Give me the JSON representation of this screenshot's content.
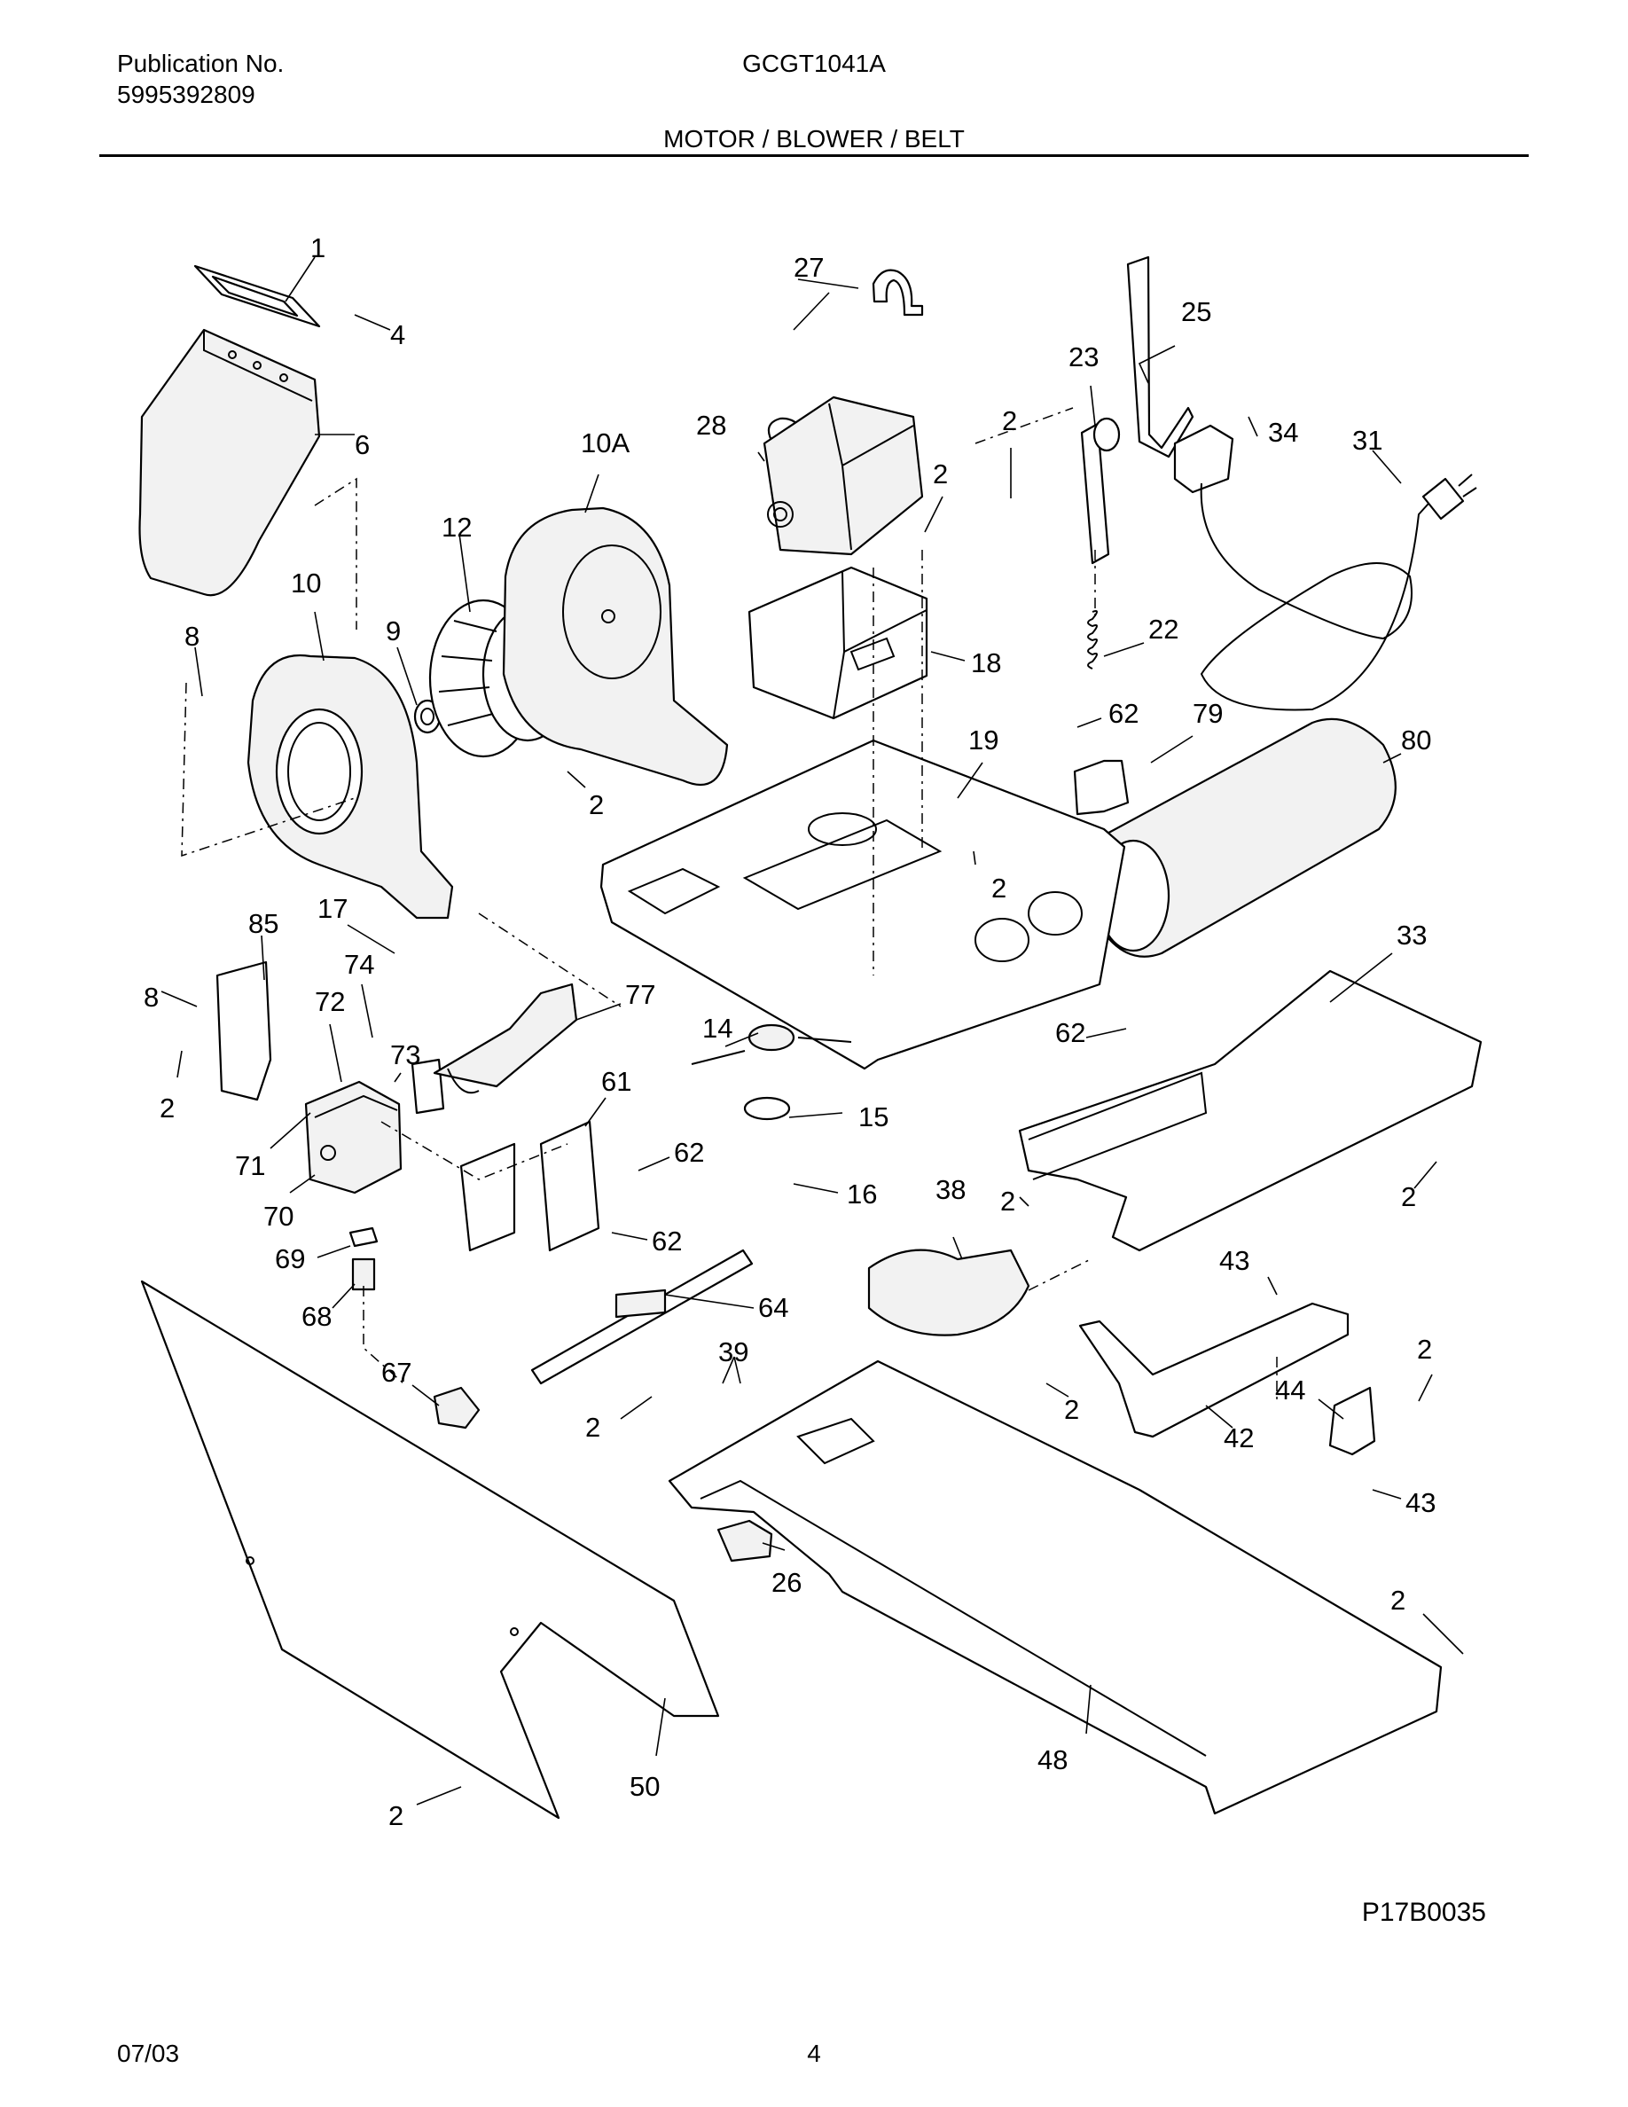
{
  "header": {
    "publication_label": "Publication No.",
    "publication_number": "5995392809",
    "model": "GCGT1041A",
    "section_title": "MOTOR / BLOWER / BELT"
  },
  "diagram": {
    "drawing_id": "P17B0035",
    "callouts": [
      "1",
      "4",
      "6",
      "10A",
      "12",
      "10",
      "9",
      "8",
      "2",
      "27",
      "28",
      "2",
      "2",
      "18",
      "25",
      "23",
      "34",
      "31",
      "22",
      "62",
      "79",
      "80",
      "19",
      "2",
      "85",
      "17",
      "74",
      "72",
      "8",
      "2",
      "73",
      "77",
      "71",
      "70",
      "14",
      "15",
      "16",
      "61",
      "62",
      "62",
      "69",
      "68",
      "64",
      "67",
      "39",
      "2",
      "33",
      "62",
      "2",
      "2",
      "38",
      "43",
      "2",
      "2",
      "42",
      "44",
      "43",
      "26",
      "2",
      "48",
      "50",
      "2"
    ]
  },
  "footer": {
    "date": "07/03",
    "page": "4"
  }
}
